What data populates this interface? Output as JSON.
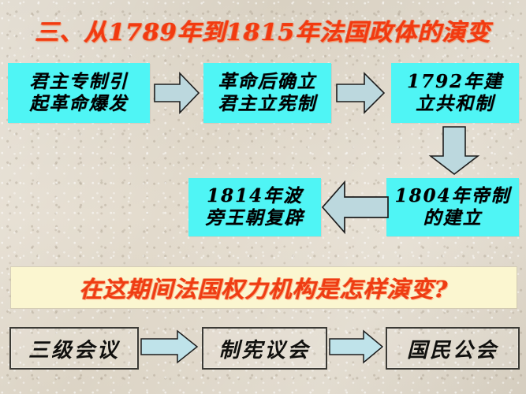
{
  "slide": {
    "background_color": "#ded6c8",
    "title": "三、从1789年到1815年法国政体的演变",
    "title_color": "#f23a10"
  },
  "flow": {
    "box_fill": "#4ff5f5",
    "arrow_fill": "#bcd8de",
    "arrow_stroke": "#1d1d1d",
    "boxes": [
      {
        "id": "monarchy",
        "lines": [
          "君主专制引",
          "起革命爆发"
        ]
      },
      {
        "id": "constmon",
        "lines": [
          "革命后确立",
          "君主立宪制"
        ]
      },
      {
        "id": "republic",
        "lines": [
          "1792年建",
          "立共和制"
        ]
      },
      {
        "id": "empire",
        "lines": [
          "1804年帝制",
          "的建立"
        ]
      },
      {
        "id": "bourbon",
        "lines": [
          "1814年波",
          "旁王朝复辟"
        ]
      }
    ],
    "arrows": [
      {
        "id": "monarchy-to-constmon",
        "direction": "right"
      },
      {
        "id": "constmon-to-republic",
        "direction": "right"
      },
      {
        "id": "republic-to-empire",
        "direction": "down"
      },
      {
        "id": "empire-to-bourbon",
        "direction": "left"
      }
    ]
  },
  "question": {
    "text": "在这期间法国权力机构是怎样演变?",
    "background_color": "#fbf6d0",
    "text_color": "#ef3c12"
  },
  "institutions": {
    "arrow_fill": "#bfe3ea",
    "boxes": [
      {
        "id": "estates",
        "label": "三级会议"
      },
      {
        "id": "national",
        "label": "制宪议会"
      },
      {
        "id": "convention",
        "label": "国民公会"
      }
    ],
    "arrows": [
      {
        "id": "estates-to-national",
        "direction": "right"
      },
      {
        "id": "national-to-convention",
        "direction": "right"
      }
    ]
  }
}
